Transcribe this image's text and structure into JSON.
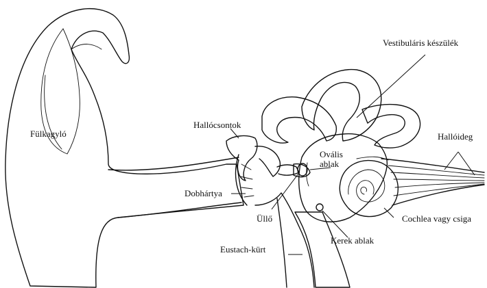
{
  "labels": {
    "auricle": "Fülkagyló",
    "ossicles": "Hallócsontok",
    "oval_window_line1": "Ovális",
    "oval_window_line2": "ablak",
    "eardrum": "Dobhártya",
    "incus": "Üllő",
    "eustachian_tube": "Eustach-kürt",
    "round_window": "Kerek ablak",
    "cochlea": "Cochlea vagy csiga",
    "auditory_nerve": "Hallóideg",
    "vestibular_apparatus": "Vestibuláris készülék"
  }
}
